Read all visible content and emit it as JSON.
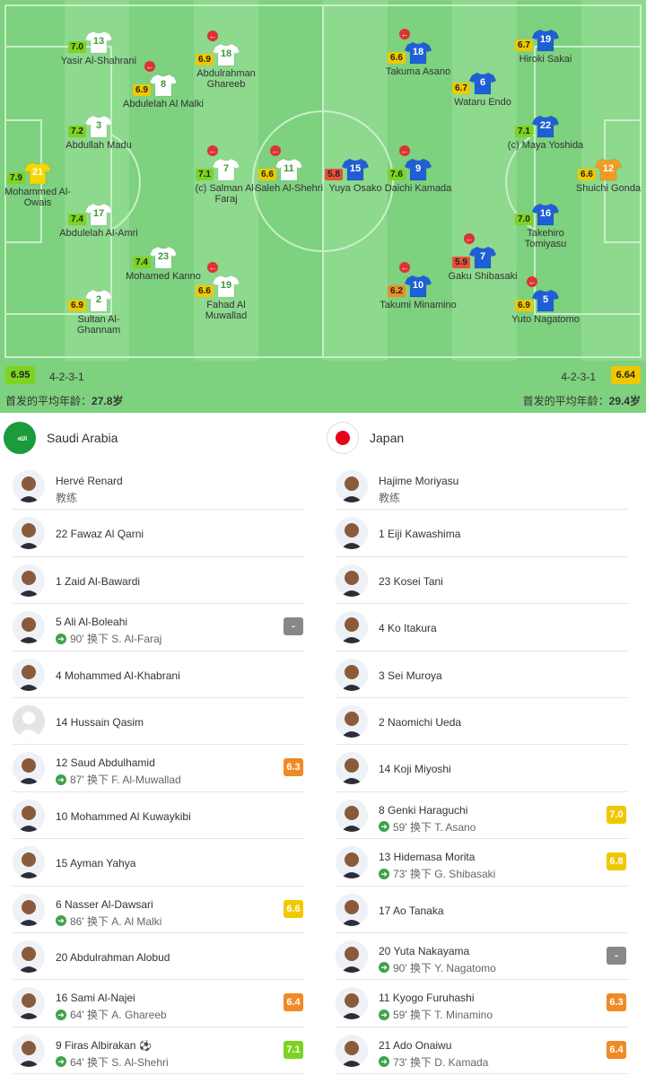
{
  "colors": {
    "pitch": "#7dd17f",
    "stripe": "#8dd98e",
    "home_shirt": "#ffffff",
    "home_gk": "#f5d800",
    "away_shirt": "#1f5fd6",
    "away_gk": "#f59a23",
    "rating_green": "#7ed321",
    "rating_yellow": "#f0c800",
    "rating_orange": "#f08a24",
    "rating_red": "#e8503a",
    "rating_gray": "#888888"
  },
  "home_lineup": [
    {
      "num": "21",
      "name": "Mohammed Al-Owais",
      "rating": "7.9",
      "sub": false,
      "gk": true
    },
    {
      "num": "13",
      "name": "Yasir Al-Shahrani",
      "rating": "7.0",
      "sub": false
    },
    {
      "num": "3",
      "name": "Abdullah Madu",
      "rating": "7.2",
      "sub": false
    },
    {
      "num": "17",
      "name": "Abdulelah Al-Amri",
      "rating": "7.4",
      "sub": false
    },
    {
      "num": "2",
      "name": "Sultan Al-Ghannam",
      "rating": "6.9",
      "sub": false
    },
    {
      "num": "8",
      "name": "Abdulelah Al Malki",
      "rating": "6.9",
      "sub": true
    },
    {
      "num": "23",
      "name": "Mohamed Kanno",
      "rating": "7.4",
      "sub": false
    },
    {
      "num": "18",
      "name": "Abdulrahman Ghareeb",
      "rating": "6.9",
      "sub": true
    },
    {
      "num": "7",
      "name": "(c) Salman Al-Faraj",
      "rating": "7.1",
      "sub": true
    },
    {
      "num": "19",
      "name": "Fahad Al Muwallad",
      "rating": "6.6",
      "sub": true
    },
    {
      "num": "11",
      "name": "Saleh Al-Shehri",
      "rating": "6.6",
      "sub": true
    }
  ],
  "away_lineup": [
    {
      "num": "15",
      "name": "Yuya Osako",
      "rating": "5.8",
      "sub": false
    },
    {
      "num": "18",
      "name": "Takuma Asano",
      "rating": "6.6",
      "sub": true
    },
    {
      "num": "9",
      "name": "Daichi Kamada",
      "rating": "7.6",
      "sub": true
    },
    {
      "num": "10",
      "name": "Takumi Minamino",
      "rating": "6.2",
      "sub": true
    },
    {
      "num": "6",
      "name": "Wataru Endo",
      "rating": "6.7",
      "sub": false
    },
    {
      "num": "7",
      "name": "Gaku Shibasaki",
      "rating": "5.9",
      "sub": true
    },
    {
      "num": "19",
      "name": "Hiroki Sakai",
      "rating": "6.7",
      "sub": false
    },
    {
      "num": "22",
      "name": "(c) Maya Yoshida",
      "rating": "7.1",
      "sub": false
    },
    {
      "num": "16",
      "name": "Takehiro Tomiyasu",
      "rating": "7.0",
      "sub": false
    },
    {
      "num": "5",
      "name": "Yuto Nagatomo",
      "rating": "6.9",
      "sub": true
    },
    {
      "num": "12",
      "name": "Shuichi Gonda",
      "rating": "6.6",
      "sub": false,
      "gk": true
    }
  ],
  "home_summary": {
    "rating": "6.95",
    "formation": "4-2-3-1",
    "avg_age_label": "首发的平均年龄：",
    "avg_age": "27.8岁"
  },
  "away_summary": {
    "rating": "6.64",
    "formation": "4-2-3-1",
    "avg_age_label": "首发的平均年龄：",
    "avg_age": "29.4岁"
  },
  "home_team": {
    "name": "Saudi Arabia",
    "flag_text": "ﷲ"
  },
  "away_team": {
    "name": "Japan"
  },
  "home_list": [
    {
      "name": "Hervé Renard",
      "sub_text": "教练",
      "coach": true
    },
    {
      "name": "22  Fawaz Al Qarni"
    },
    {
      "name": "1  Zaid Al-Bawardi"
    },
    {
      "name": "5  Ali Al-Boleahi",
      "sub_text": "90' 换下 S. Al-Faraj",
      "rating": "-",
      "color": "gray"
    },
    {
      "name": "4  Mohammed Al-Khabrani"
    },
    {
      "name": "14  Hussain Qasim",
      "placeholder": true
    },
    {
      "name": "12  Saud Abdulhamid",
      "sub_text": "87' 换下 F. Al-Muwallad",
      "rating": "6.3",
      "color": "orange"
    },
    {
      "name": "10  Mohammed Al Kuwaykibi"
    },
    {
      "name": "15  Ayman Yahya"
    },
    {
      "name": "6  Nasser Al-Dawsari",
      "sub_text": "86' 换下 A. Al Malki",
      "rating": "6.6",
      "color": "yellow"
    },
    {
      "name": "20  Abdulrahman Alobud"
    },
    {
      "name": "16  Sami Al-Najei",
      "sub_text": "64' 换下 A. Ghareeb",
      "rating": "6.4",
      "color": "orange"
    },
    {
      "name": "9  Firas Albirakan",
      "sub_text": "64' 换下 S. Al-Shehri",
      "rating": "7.1",
      "color": "green",
      "ball": true
    }
  ],
  "away_list": [
    {
      "name": "Hajime Moriyasu",
      "sub_text": "教练",
      "coach": true
    },
    {
      "name": "1  Eiji Kawashima"
    },
    {
      "name": "23  Kosei Tani"
    },
    {
      "name": "4  Ko Itakura"
    },
    {
      "name": "3  Sei Muroya"
    },
    {
      "name": "2  Naomichi Ueda"
    },
    {
      "name": "14  Koji Miyoshi"
    },
    {
      "name": "8  Genki Haraguchi",
      "sub_text": "59' 换下 T. Asano",
      "rating": "7.0",
      "color": "yellow"
    },
    {
      "name": "13  Hidemasa Morita",
      "sub_text": "73' 换下 G. Shibasaki",
      "rating": "6.8",
      "color": "yellow"
    },
    {
      "name": "17  Ao Tanaka"
    },
    {
      "name": "20  Yuta Nakayama",
      "sub_text": "90' 换下 Y. Nagatomo",
      "rating": "-",
      "color": "gray"
    },
    {
      "name": "11  Kyogo Furuhashi",
      "sub_text": "59' 换下 T. Minamino",
      "rating": "6.3",
      "color": "orange"
    },
    {
      "name": "21  Ado Onaiwu",
      "sub_text": "73' 换下 D. Kamada",
      "rating": "6.4",
      "color": "orange"
    }
  ]
}
